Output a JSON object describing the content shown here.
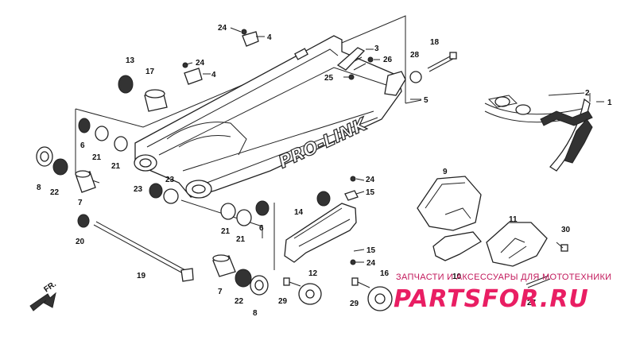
{
  "diagram": {
    "labels": [
      "1",
      "2",
      "3",
      "4",
      "4",
      "5",
      "6",
      "6",
      "7",
      "7",
      "8",
      "8",
      "9",
      "10",
      "11",
      "12",
      "13",
      "14",
      "15",
      "15",
      "16",
      "17",
      "18",
      "19",
      "20",
      "21",
      "21",
      "21",
      "21",
      "22",
      "22",
      "23",
      "23",
      "24",
      "24",
      "24",
      "24",
      "25",
      "26",
      "27",
      "28",
      "29",
      "29",
      "30"
    ],
    "fr_label": "FR.",
    "colors": {
      "ink": "#222222",
      "watermark": "#e91e63",
      "watermark_small": "#c2185b"
    }
  },
  "watermark": {
    "tagline": "ЗАПЧАСТИ И АКСЕССУАРЫ ДЛЯ МОТОТЕХНИКИ",
    "brand": "PARTSFOR.RU"
  }
}
